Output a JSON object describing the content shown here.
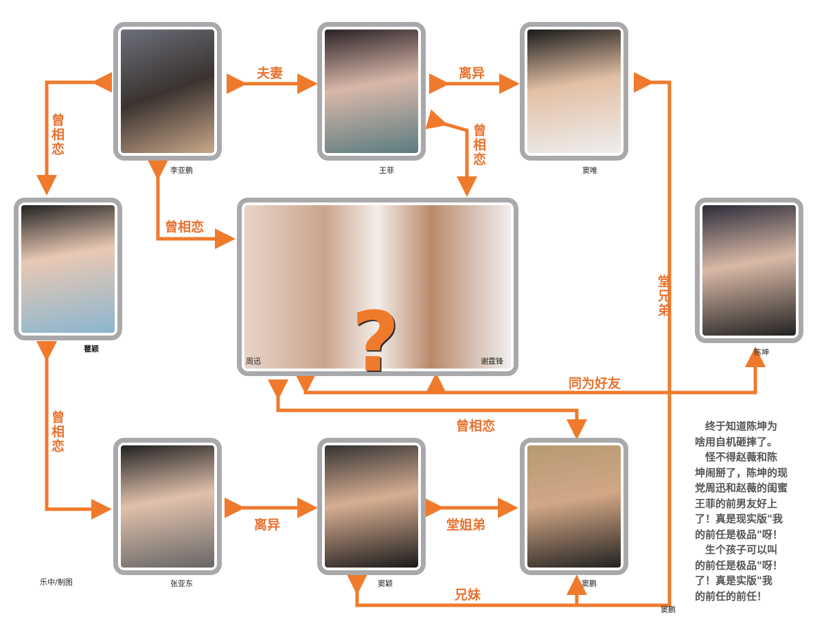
{
  "colors": {
    "arrow": "#ef7a2c",
    "frame": "#a9a9ab"
  },
  "people": {
    "li_yapeng": "李亚鹏",
    "wang_fei": "王菲",
    "dou_wei": "窦唯",
    "qu_ying": "瞿颖",
    "zhou_xun": "周迅",
    "xie_tingfeng": "谢霆锋",
    "chen_kun": "陈坤",
    "zhang_yadong": "张亚东",
    "dou_ying": "窦颖",
    "dou_peng": "窦鹏"
  },
  "relations": {
    "husband_wife": "夫妻",
    "divorced_1": "离异",
    "dated_left_top": "曾相恋",
    "dated_wangfei": "曾相恋",
    "dated_li": "曾相恋",
    "cousins_brothers": "堂兄弟",
    "friends": "同为好友",
    "dated_zhou_dou": "曾相恋",
    "dated_left_bottom": "曾相恋",
    "divorced_2": "离异",
    "cousins_sister_brother": "堂姐弟",
    "siblings": "兄妹"
  },
  "center_mark": "?",
  "credit": "乐中/制图",
  "footer_name": "窦鹏",
  "note_lines": [
    "　终于知道陈坤为",
    "啥用自机砸摔了。",
    "　怪不得赵薇和陈",
    "坤闹掰了，陈坤的现",
    "党周迅和赵薇的闺蜜",
    "王菲的前男友好上",
    "了！真是现实版\"我",
    "的前任是极品\"呀！",
    "　生个孩子可以叫",
    "的前任是极品\"呀！",
    "了！真是实版\"我",
    "的前任的前任！"
  ]
}
